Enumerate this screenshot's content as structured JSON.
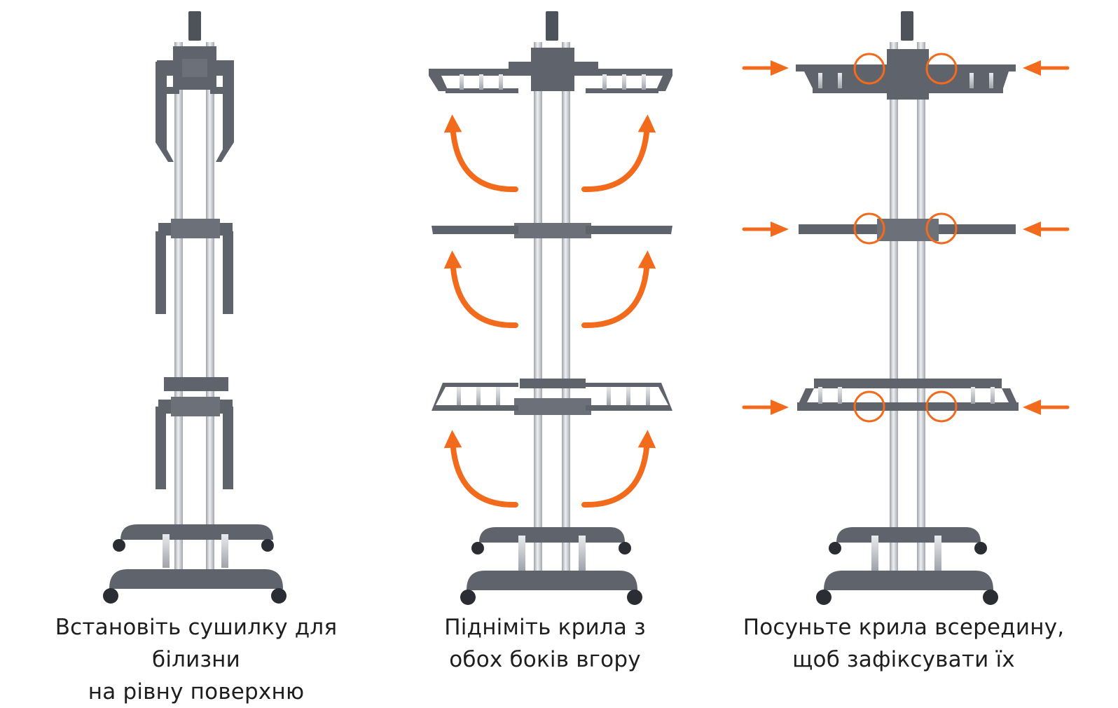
{
  "steps": [
    {
      "line1": "Встановіть сушилку для білизни",
      "line2": "на рівну поверхню"
    },
    {
      "line1": "Підніміть крила з",
      "line2": "обох боків вгору"
    },
    {
      "line1": "Посуньте крила всередину,",
      "line2": "щоб зафіксувати їх"
    }
  ],
  "colors": {
    "frame": "#5f636b",
    "frame_dark": "#4e525a",
    "pole": "#d3d6db",
    "accent": "#f26b1d",
    "text": "#1e1e1e"
  },
  "icons": [
    "curved-arrow-icon",
    "push-arrow-icon",
    "lock-circle-icon"
  ]
}
